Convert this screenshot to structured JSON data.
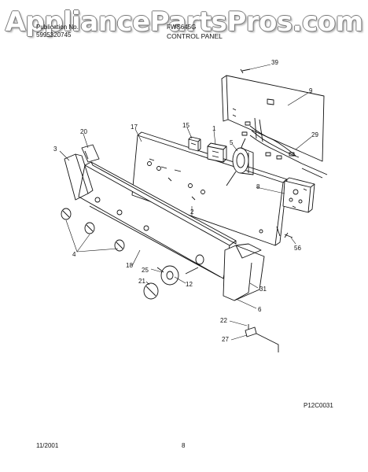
{
  "watermark": "AppliancePartsPros.com",
  "header": {
    "publication_label": "Publication No.",
    "publication_number": "5995320745",
    "model": "FWS645G",
    "section_title": "CONTROL PANEL"
  },
  "part_labels": {
    "p39": "39",
    "p9": "9",
    "p17": "17",
    "p15": "15",
    "p1": "1",
    "p20": "20",
    "p5": "5",
    "p29": "29",
    "p3": "3",
    "p8": "8",
    "p2": "2",
    "p4": "4",
    "p56": "56",
    "p18": "18",
    "p25": "25",
    "p21": "21",
    "p12": "12",
    "p31": "31",
    "p6": "6",
    "p22": "22",
    "p27": "27"
  },
  "figure_code": "P12C0031",
  "footer": {
    "date": "11/2001",
    "page": "8"
  }
}
